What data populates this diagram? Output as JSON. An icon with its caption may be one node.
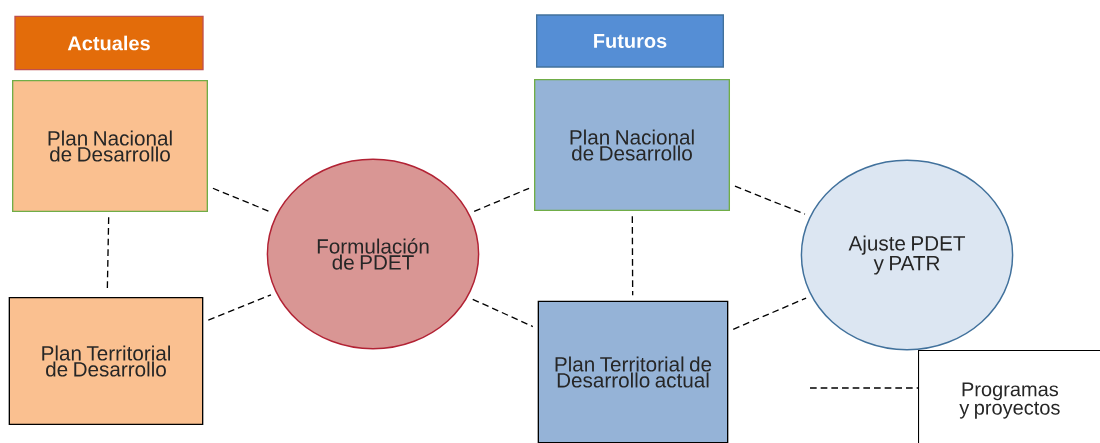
{
  "diagram": {
    "nodes": [
      {
        "text": [
          "Actuales"
        ]
      },
      {
        "text": [
          "Futuros"
        ]
      },
      {
        "text": [
          "Plan Nacional de Desarrollo"
        ]
      },
      {
        "text": [
          "Plan Territorial de Desarrollo"
        ]
      },
      {
        "text": [
          "Formulación de PDET"
        ]
      },
      {
        "text": [
          "Plan Nacional de Desarrollo"
        ]
      },
      {
        "text": [
          "Plan Territorial de Desarrollo actual"
        ]
      },
      {
        "text": [
          "Ajuste PDET y PATR"
        ]
      }
    ],
    "edges": [
      {
        "from": 2,
        "to": 3,
        "arrow": "none",
        "style": "dashed"
      },
      {
        "from": 2,
        "to": 4,
        "arrow": "none",
        "style": "dashed"
      },
      {
        "from": 3,
        "to": 4,
        "arrow": "none",
        "style": "dashed"
      },
      {
        "from": 4,
        "to": 5,
        "arrow": "none",
        "style": "dashed"
      },
      {
        "from": 4,
        "to": 6,
        "arrow": "none",
        "style": "dashed"
      },
      {
        "from": 5,
        "to": 6,
        "arrow": "none",
        "style": "dashed"
      },
      {
        "from": 5,
        "to": 7,
        "arrow": "none",
        "style": "dashed"
      },
      {
        "from": 6,
        "to": 7,
        "arrow": "none",
        "style": "dashed"
      }
    ],
    "legend": [
      {
        "text": "Programas y proyectos"
      }
    ]
  }
}
